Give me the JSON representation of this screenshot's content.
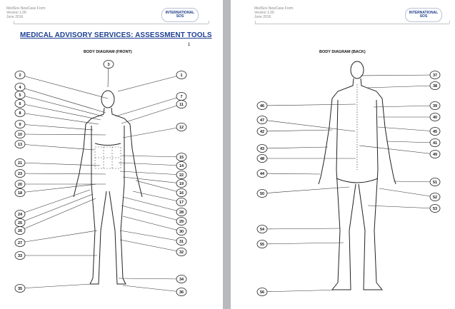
{
  "pages": [
    {
      "header": {
        "line1": "MedSos NewCase Form",
        "line2": "Version 1.00",
        "line3": "June 2016"
      },
      "logo": {
        "line1": "INTERNATIONAL",
        "line2": "SOS"
      },
      "section_title": "MEDICAL ADVISORY SERVICES: ASSESSMENT TOOLS",
      "page_number": "1",
      "diagram_title": "BODY DIAGRAM (FRONT)",
      "callouts": [
        "1",
        "2",
        "3",
        "4",
        "5",
        "6",
        "7",
        "8",
        "9",
        "10",
        "11",
        "12",
        "13",
        "14",
        "15",
        "16",
        "17",
        "18",
        "19",
        "20",
        "21",
        "22",
        "23",
        "24",
        "25",
        "26",
        "27",
        "28",
        "29",
        "30",
        "31",
        "32",
        "33",
        "34",
        "35",
        "36"
      ]
    },
    {
      "header": {
        "line1": "MedSos NewCase Form",
        "line2": "Version 1.00",
        "line3": "June 2016"
      },
      "logo": {
        "line1": "INTERNATIONAL",
        "line2": "SOS"
      },
      "diagram_title": "BODY DIAGRAM (BACK)",
      "callouts": [
        "37",
        "38",
        "39",
        "40",
        "41",
        "42",
        "43",
        "44",
        "45",
        "46",
        "47",
        "48",
        "49",
        "50",
        "51",
        "52",
        "53",
        "54",
        "55",
        "56"
      ]
    }
  ],
  "colors": {
    "title": "#1c3f94",
    "background": "#9ea0a4",
    "page": "#ffffff"
  }
}
